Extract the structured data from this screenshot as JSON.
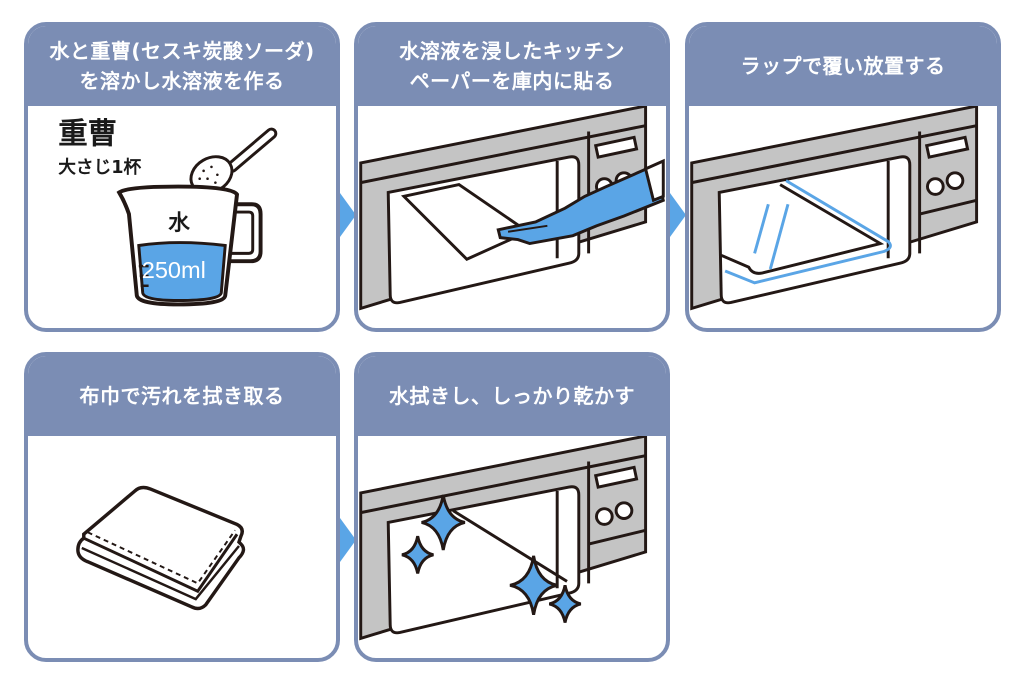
{
  "colors": {
    "header_bg": "#7B8DB4",
    "border": "#7B8DB4",
    "arrow": "#5AA5E6",
    "accent_blue": "#5AA5E6",
    "appliance_gray": "#C4C4C4",
    "outline": "#231815"
  },
  "steps": [
    {
      "title_lines": [
        "水と重曹(セスキ炭酸ソーダ)",
        "を溶かし水溶液を作る"
      ],
      "illustration": "measuring-cup-with-baking-soda",
      "labels": {
        "ingredient": "重曹",
        "amount": "大さじ1杯",
        "cup_label": "水",
        "volume": "250ml"
      }
    },
    {
      "title_lines": [
        "水溶液を浸したキッチン",
        "ペーパーを庫内に貼る"
      ],
      "illustration": "gloved-hand-placing-paper-in-microwave"
    },
    {
      "title_lines": [
        "ラップで覆い放置する"
      ],
      "illustration": "microwave-covered-with-wrap"
    },
    {
      "title_lines": [
        "布巾で汚れを拭き取る"
      ],
      "illustration": "folded-cloth"
    },
    {
      "title_lines": [
        "水拭きし、しっかり乾かす"
      ],
      "illustration": "sparkling-clean-microwave"
    }
  ],
  "arrows": [
    "step1-to-step2",
    "step2-to-step3",
    "step4-to-step5"
  ]
}
